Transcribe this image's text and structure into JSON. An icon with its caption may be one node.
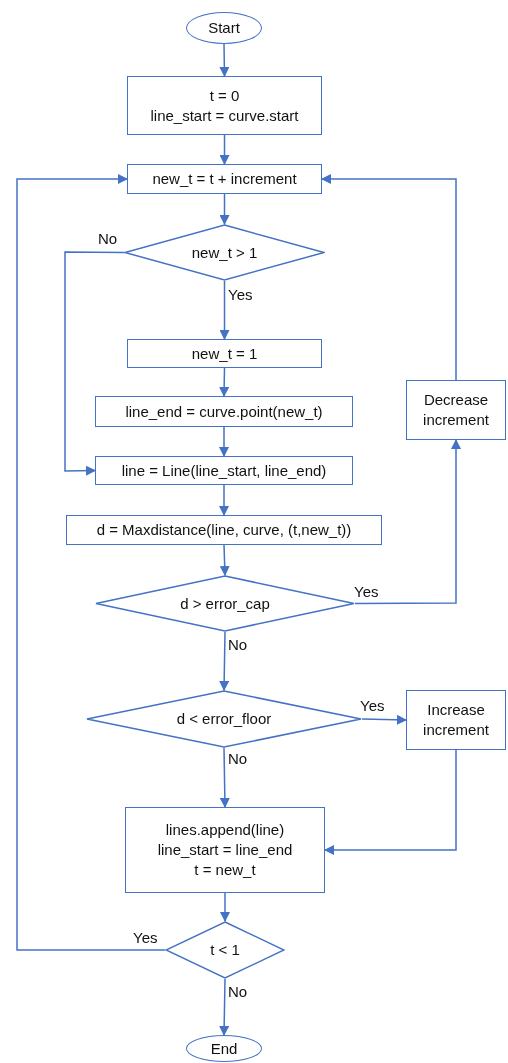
{
  "diagram": {
    "nodes": [
      {
        "text": [
          "Start"
        ]
      },
      {
        "text": [
          "t = 0",
          "line_start = curve.start"
        ]
      },
      {
        "text": [
          "new_t = t + increment"
        ]
      },
      {
        "text": [
          "new_t > 1"
        ]
      },
      {
        "text": [
          "new_t = 1"
        ]
      },
      {
        "text": [
          "line_end = curve.point(new_t)"
        ]
      },
      {
        "text": [
          "line = Line(line_start, line_end)"
        ]
      },
      {
        "text": [
          "d = Maxdistance(line, curve, (t,new_t))"
        ]
      },
      {
        "text": [
          "d > error_cap"
        ]
      },
      {
        "text": [
          "Decrease increment"
        ]
      },
      {
        "text": [
          "d < error_floor"
        ]
      },
      {
        "text": [
          "Increase increment"
        ]
      },
      {
        "text": [
          "lines.append(line)",
          "line_start = line_end",
          "t = new_t"
        ]
      },
      {
        "text": [
          "t < 1"
        ]
      },
      {
        "text": [
          "End"
        ]
      }
    ],
    "edges": [
      {
        "from": 0,
        "to": 1,
        "arrow": "to"
      },
      {
        "from": 1,
        "to": 2,
        "arrow": "to"
      },
      {
        "from": 2,
        "to": 3,
        "arrow": "to"
      },
      {
        "from": 3,
        "to": 4,
        "arrow": "to",
        "label": "Yes"
      },
      {
        "from": 3,
        "to": 6,
        "arrow": "to",
        "label": "No"
      },
      {
        "from": 4,
        "to": 5,
        "arrow": "to"
      },
      {
        "from": 5,
        "to": 6,
        "arrow": "to"
      },
      {
        "from": 6,
        "to": 7,
        "arrow": "to"
      },
      {
        "from": 7,
        "to": 8,
        "arrow": "to"
      },
      {
        "from": 8,
        "to": 9,
        "arrow": "to",
        "label": "Yes"
      },
      {
        "from": 9,
        "to": 2,
        "arrow": "to"
      },
      {
        "from": 8,
        "to": 10,
        "arrow": "to",
        "label": "No"
      },
      {
        "from": 10,
        "to": 11,
        "arrow": "to",
        "label": "Yes"
      },
      {
        "from": 11,
        "to": 12,
        "arrow": "to"
      },
      {
        "from": 10,
        "to": 12,
        "arrow": "to",
        "label": "No"
      },
      {
        "from": 12,
        "to": 13,
        "arrow": "to"
      },
      {
        "from": 13,
        "to": 2,
        "arrow": "to",
        "label": "Yes"
      },
      {
        "from": 13,
        "to": 14,
        "arrow": "to",
        "label": "No"
      }
    ]
  }
}
